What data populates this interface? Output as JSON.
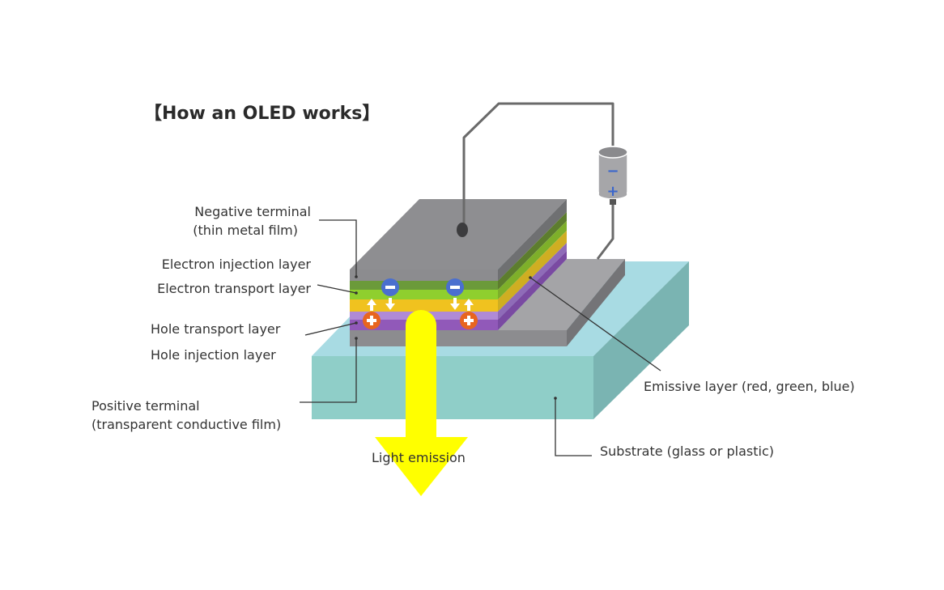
{
  "title": "【How an OLED works】",
  "labels": {
    "negative_terminal_1": "Negative terminal",
    "negative_terminal_2": "(thin metal film)",
    "electron_injection": "Electron injection layer",
    "electron_transport": "Electron transport layer",
    "hole_transport": "Hole transport layer",
    "hole_injection": "Hole injection layer",
    "positive_terminal_1": "Positive terminal",
    "positive_terminal_2": "(transparent conductive film)",
    "light_emission": "Light emission",
    "emissive_layer": "Emissive layer (red, green, blue)",
    "substrate": "Substrate (glass or plastic)"
  },
  "battery": {
    "minus": "−",
    "plus": "+"
  },
  "charges": {
    "electron_symbol": "−",
    "hole_symbol": "+"
  },
  "colors": {
    "metal_gray": "#8c8c8f",
    "metal_top": "#8e8e91",
    "metal_side": "#747477",
    "electron_injection": "#6b9a3a",
    "electron_transport": "#8fcf2e",
    "emissive": "#f0c21f",
    "hole_transport": "#b08ad6",
    "hole_injection": "#9159b9",
    "substrate_front": "#8fcec8",
    "substrate_top": "#a8dbe3",
    "substrate_side": "#7ab4b2",
    "light": "#ffff00",
    "electron": "#4a6fcf",
    "hole": "#e8651f",
    "battery_sign": "#3a66cc"
  }
}
